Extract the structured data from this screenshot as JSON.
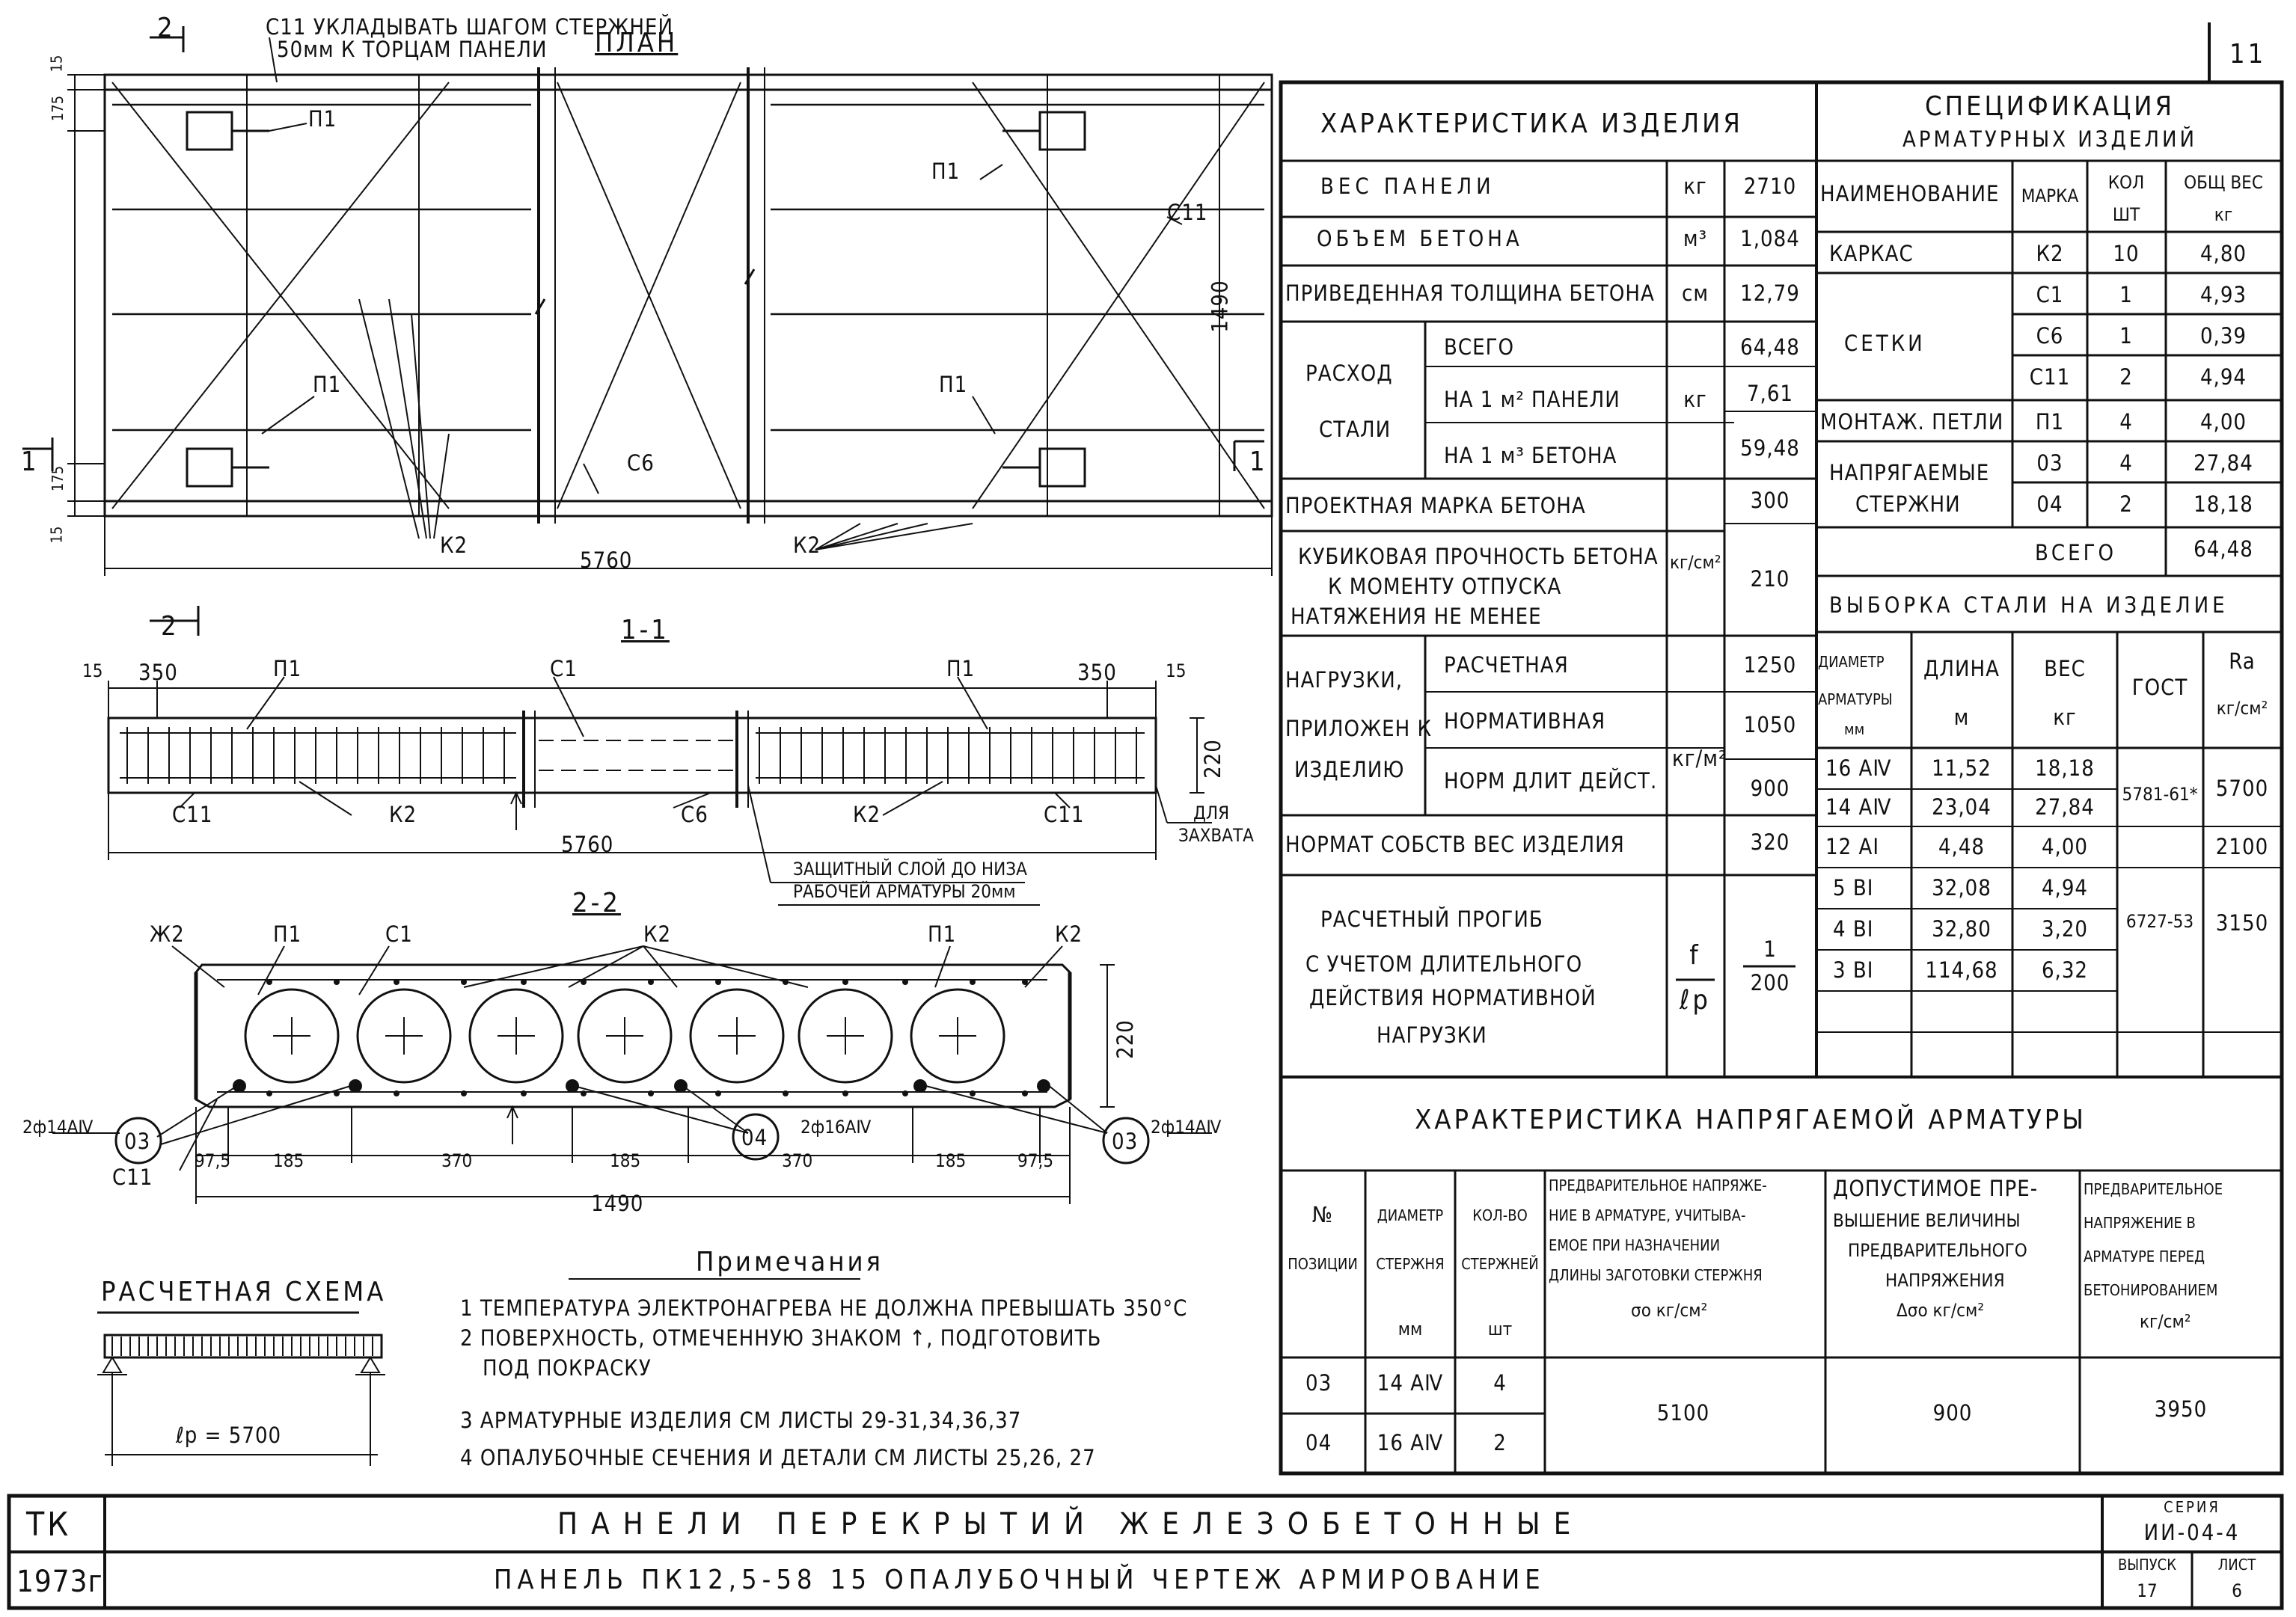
{
  "sheet_number": "11",
  "drawing": {
    "plan_title": "ПЛАН",
    "note_c11_line1": "С11 УКЛАДЫВАТЬ ШАГОМ СТЕРЖНЕЙ",
    "note_c11_line2": "50мм К ТОРЦАМ ПАНЕЛИ",
    "section_11_title": "1-1",
    "section_22_title": "2-2",
    "labels": {
      "p1": "П1",
      "c11": "С11",
      "c6": "С6",
      "c1": "С1",
      "k2": "К2",
      "zh2": "Ж2",
      "o3": "03",
      "o4": "04",
      "cut2": "2",
      "cut1": "1"
    },
    "dims": {
      "d15": "15",
      "d175": "175",
      "d5760": "5760",
      "d1490": "1490",
      "d350": "350",
      "d220": "220",
      "d975": "97,5",
      "d185": "185",
      "d370": "370"
    },
    "rebar_left": "2ф14АⅣ",
    "rebar_right": "2ф14АⅣ",
    "rebar_mid": "2ф16АⅣ",
    "for_grip_line1": "ДЛЯ",
    "for_grip_line2": "ЗАХВАТА",
    "cover_line1": "ЗАЩИТНЫЙ СЛОЙ ДО НИЗА",
    "cover_line2": "РАБОЧЕЙ АРМАТУРЫ 20мм"
  },
  "scheme": {
    "title": "РАСЧЕТНАЯ СХЕМА",
    "span": "ℓр = 5700"
  },
  "notes": {
    "title": "Примечания",
    "items": [
      "1 ТЕМПЕРАТУРА ЭЛЕКТРОНАГРЕВА НЕ ДОЛЖНА ПРЕВЫШАТЬ 350°С",
      "2 ПОВЕРХНОСТЬ, ОТМЕЧЕННУЮ ЗНАКОМ ↑, ПОДГОТОВИТЬ",
      "ПОД ПОКРАСКУ",
      "3 АРМАТУРНЫЕ ИЗДЕЛИЯ СМ ЛИСТЫ 29-31,34,36,37",
      "4 ОПАЛУБОЧНЫЕ СЕЧЕНИЯ И ДЕТАЛИ СМ ЛИСТЫ 25,26, 27"
    ]
  },
  "characteristics": {
    "title": "ХАРАКТЕРИСТИКА ИЗДЕЛИЯ",
    "weight": {
      "label": "ВЕС ПАНЕЛИ",
      "unit": "кг",
      "value": "2710"
    },
    "volume": {
      "label": "ОБЪЕМ БЕТОНА",
      "unit": "м³",
      "value": "1,084"
    },
    "thickness": {
      "label": "ПРИВЕДЕННАЯ ТОЛЩИНА БЕТОНА",
      "unit": "см",
      "value": "12,79"
    },
    "steel": {
      "label1": "РАСХОД",
      "label2": "СТАЛИ",
      "unit": "кг",
      "rows": [
        {
          "label": "ВСЕГО",
          "value": "64,48"
        },
        {
          "label": "НА 1 м² ПАНЕЛИ",
          "value": "7,61"
        },
        {
          "label": "НА 1 м³ БЕТОНА",
          "value": "59,48"
        }
      ]
    },
    "grade": {
      "label": "ПРОЕКТНАЯ МАРКА БЕТОНА",
      "value": "300"
    },
    "cube": {
      "line1": "КУБИКОВАЯ ПРОЧНОСТЬ БЕТОНА",
      "line2": "К МОМЕНТУ ОТПУСКА",
      "line3": "НАТЯЖЕНИЯ НЕ МЕНЕЕ",
      "value": "210"
    },
    "unit_kgcm2": "кг/см²",
    "loads": {
      "label1": "НАГРУЗКИ,",
      "label2": "ПРИЛОЖЕН К",
      "label3": "ИЗДЕЛИЮ",
      "unit": "кг/м²",
      "rows": [
        {
          "label": "РАСЧЕТНАЯ",
          "value": "1250"
        },
        {
          "label": "НОРМАТИВНАЯ",
          "value": "1050"
        },
        {
          "label": "НОРМ ДЛИТ ДЕЙСТ.",
          "value": "900"
        }
      ]
    },
    "self_weight": {
      "label": "НОРМАТ СОБСТВ ВЕС ИЗДЕЛИЯ",
      "value": "320"
    },
    "deflection": {
      "line1": "РАСЧЕТНЫЙ ПРОГИБ",
      "line2": "С УЧЕТОМ ДЛИТЕЛЬНОГО",
      "line3": "ДЕЙСТВИЯ НОРМАТИВНОЙ",
      "line4": "НАГРУЗКИ",
      "unit_top": "f",
      "unit_bot": "ℓр",
      "value_top": "1",
      "value_bot": "200"
    }
  },
  "specification": {
    "title1": "СПЕЦИФИКАЦИЯ",
    "title2": "АРМАТУРНЫХ ИЗДЕЛИЙ",
    "headers": {
      "name": "НАИМЕНОВАНИЕ",
      "mark": "МАРКА",
      "qty1": "КОЛ",
      "qty2": "ШТ",
      "w1": "ОБЩ ВЕС",
      "w2": "кг"
    },
    "rows": [
      {
        "name": "КАРКАС",
        "mark": "К2",
        "qty": "10",
        "weight": "4,80"
      },
      {
        "name": "СЕТКИ",
        "mark": "С1",
        "qty": "1",
        "weight": "4,93"
      },
      {
        "name": "",
        "mark": "С6",
        "qty": "1",
        "weight": "0,39"
      },
      {
        "name": "",
        "mark": "С11",
        "qty": "2",
        "weight": "4,94"
      },
      {
        "name": "МОНТАЖ. ПЕТЛИ",
        "mark": "П1",
        "qty": "4",
        "weight": "4,00"
      },
      {
        "name": "НАПРЯГАЕМЫЕ",
        "mark": "03",
        "qty": "4",
        "weight": "27,84"
      },
      {
        "name": "СТЕРЖНИ",
        "mark": "04",
        "qty": "2",
        "weight": "18,18"
      }
    ],
    "total_label": "ВСЕГО",
    "total_value": "64,48"
  },
  "steel_sample": {
    "title": "ВЫБОРКА СТАЛИ НА ИЗДЕЛИЕ",
    "headers": {
      "d1": "ДИАМЕТР",
      "d2": "АРМАТУРЫ",
      "d3": "мм",
      "len1": "ДЛИНА",
      "len2": "м",
      "w1": "ВЕС",
      "w2": "кг",
      "gost": "ГОСТ",
      "ra1": "Ra",
      "ra2": "кг/см²"
    },
    "rows": [
      {
        "d": "16 АⅣ",
        "len": "11,52",
        "w": "18,18"
      },
      {
        "d": "14 АⅣ",
        "len": "23,04",
        "w": "27,84"
      },
      {
        "d": "12 АI",
        "len": "4,48",
        "w": "4,00"
      },
      {
        "d": "5 ВI",
        "len": "32,08",
        "w": "4,94"
      },
      {
        "d": "4 ВI",
        "len": "32,80",
        "w": "3,20"
      },
      {
        "d": "3 ВI",
        "len": "114,68",
        "w": "6,32"
      }
    ],
    "gost1": "5781-61*",
    "gost2": "6727-53",
    "ra1": "5700",
    "ra2": "2100",
    "ra3": "3150"
  },
  "prestress": {
    "title": "ХАРАКТЕРИСТИКА НАПРЯГАЕМОЙ АРМАТУРЫ",
    "headers": {
      "pos1": "№",
      "pos2": "ПОЗИЦИИ",
      "dia1": "ДИАМЕТР",
      "dia2": "СТЕРЖНЯ",
      "dia3": "мм",
      "qty1": "КОЛ-ВО",
      "qty2": "СТЕРЖНЕЙ",
      "qty3": "шт",
      "pre1": "ПРЕДВАРИТЕЛЬНОЕ НАПРЯЖЕ-",
      "pre2": "НИЕ В АРМАТУРЕ, УЧИТЫВА-",
      "pre3": "ЕМОЕ ПРИ НАЗНАЧЕНИИ",
      "pre4": "ДЛИНЫ ЗАГОТОВКИ СТЕРЖНЯ",
      "pre5": "σо кг/см²",
      "adm1": "ДОПУСТИМОЕ ПРЕ-",
      "adm2": "ВЫШЕНИЕ ВЕЛИЧИНЫ",
      "adm3": "ПРЕДВАРИТЕЛЬНОГО",
      "adm4": "НАПРЯЖЕНИЯ",
      "adm5": "Δσо кг/см²",
      "bef1": "ПРЕДВАРИТЕЛЬНОЕ",
      "bef2": "НАПРЯЖЕНИЕ В",
      "bef3": "АРМАТУРЕ ПЕРЕД",
      "bef4": "БЕТОНИРОВАНИЕМ",
      "bef5": "кг/см²"
    },
    "rows": [
      {
        "pos": "03",
        "dia": "14 АⅣ",
        "qty": "4"
      },
      {
        "pos": "04",
        "dia": "16 АⅣ",
        "qty": "2"
      }
    ],
    "v1": "5100",
    "v2": "900",
    "v3": "3950"
  },
  "title_block": {
    "tk": "ТК",
    "year": "1973г",
    "line1": "ПАНЕЛИ ПЕРЕКРЫТИЙ ЖЕЛЕЗОБЕТОННЫЕ",
    "line2": "ПАНЕЛЬ ПК12,5-58 15 ОПАЛУБОЧНЫЙ ЧЕРТЕЖ АРМИРОВАНИЕ",
    "series_label": "СЕРИЯ",
    "series_value": "ИИ-04-4",
    "issue_label": "ВЫПУСК",
    "issue_value": "17",
    "sheet_label": "ЛИСТ",
    "sheet_value": "6"
  }
}
